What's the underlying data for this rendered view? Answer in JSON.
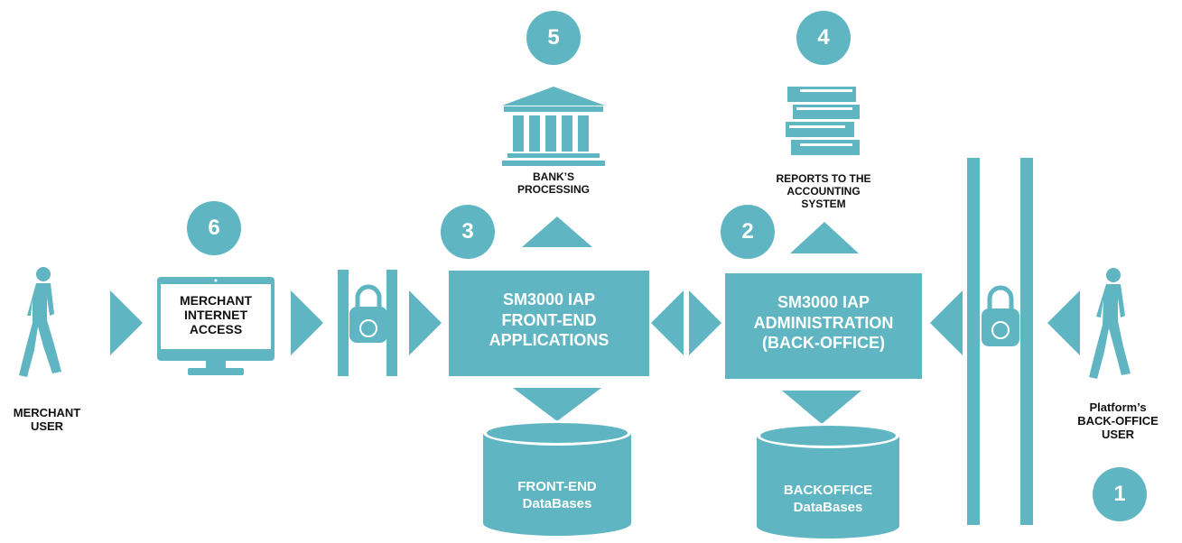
{
  "colors": {
    "accent": "#5fb6c2",
    "text": "#111111",
    "box_text": "#ffffff"
  },
  "steps": {
    "s1": "1",
    "s2": "2",
    "s3": "3",
    "s4": "4",
    "s5": "5",
    "s6": "6"
  },
  "actors": {
    "merchant": [
      "MERCHANT",
      "USER"
    ],
    "backoffice": [
      "Platform’s",
      "BACK-OFFICE",
      "USER"
    ]
  },
  "monitor": [
    "MERCHANT",
    "INTERNET",
    "ACCESS"
  ],
  "front_box": [
    "SM3000 IAP",
    "FRONT-END",
    "APPLICATIONS"
  ],
  "admin_box": [
    "SM3000 IAP",
    "ADMINISTRATION",
    "(BACK-OFFICE)"
  ],
  "bank": [
    "BANK’S",
    "PROCESSING"
  ],
  "reports": [
    "REPORTS TO THE",
    "ACCOUNTING",
    "SYSTEM"
  ],
  "front_db": [
    "FRONT-END",
    "DataBases"
  ],
  "back_db": [
    "BACKOFFICE",
    "DataBases"
  ],
  "icons": [
    "walking-person-icon",
    "monitor-icon",
    "padlock-icon",
    "bank-icon",
    "books-icon",
    "database-icon"
  ]
}
